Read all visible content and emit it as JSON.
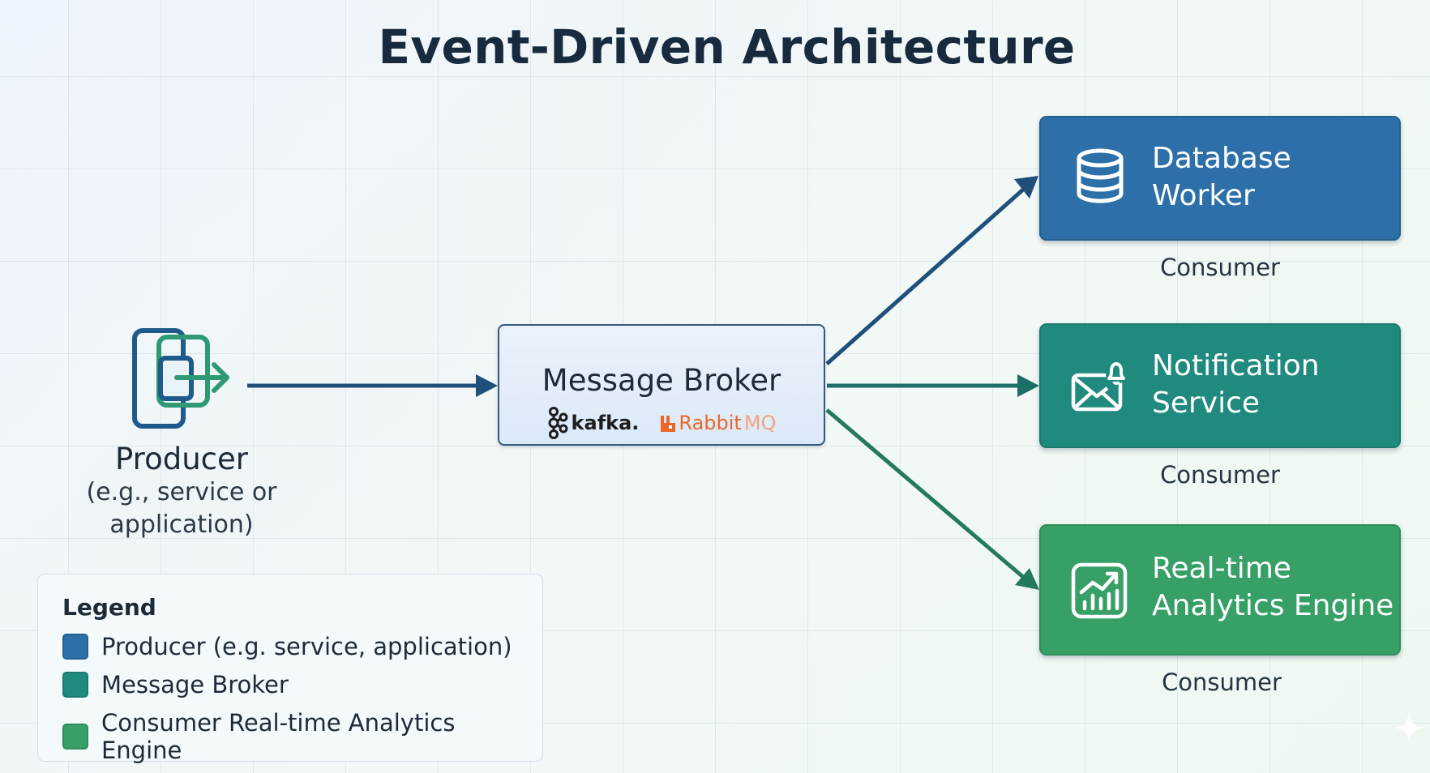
{
  "title": "Event-Driven Architecture",
  "producer": {
    "title": "Producer",
    "subtitle_line1": "(e.g., service or",
    "subtitle_line2": "application)",
    "icon": "export-app-icon"
  },
  "broker": {
    "title": "Message Broker",
    "logos": [
      {
        "name": "kafka-logo",
        "text": "kafka."
      },
      {
        "name": "rabbitmq-logo",
        "text1": "Rabbit",
        "text2": "MQ"
      }
    ]
  },
  "consumers": [
    {
      "line1": "Database",
      "line2": "Worker",
      "caption": "Consumer",
      "icon": "database-icon",
      "color": "#2c6fa9"
    },
    {
      "line1": "Notification",
      "line2": "Service",
      "caption": "Consumer",
      "icon": "mail-bell-icon",
      "color": "#1f8a7d"
    },
    {
      "line1": "Real-time",
      "line2": "Analytics Engine",
      "caption": "Consumer",
      "icon": "analytics-chart-icon",
      "color": "#37a066"
    }
  ],
  "legend": {
    "title": "Legend",
    "items": [
      {
        "label": "Producer (e.g. service, application)",
        "color": "#2c6fa9"
      },
      {
        "label": "Message Broker",
        "color": "#1f8a7d"
      },
      {
        "label": "Consumer Real-time Analytics Engine",
        "color": "#37a066"
      }
    ]
  },
  "colors": {
    "arrow_blue": "#1f4f7a",
    "arrow_teal": "#1d6e68",
    "arrow_green": "#237a5d"
  }
}
